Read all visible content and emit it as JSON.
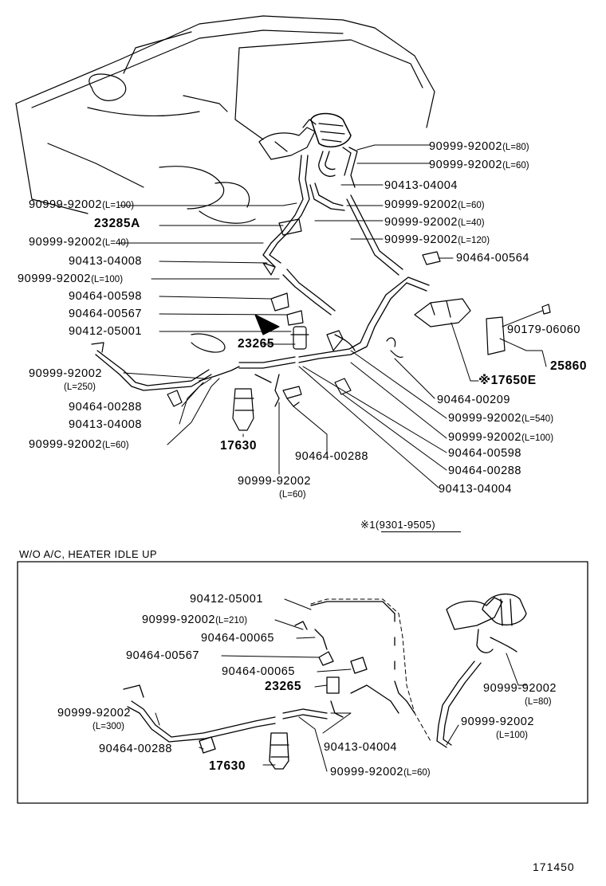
{
  "main_labels": [
    {
      "id": "l1",
      "part": "90999-92002",
      "len": "(L=80)"
    },
    {
      "id": "l2",
      "part": "90999-92002",
      "len": "(L=60)"
    },
    {
      "id": "l3",
      "part": "90413-04004",
      "len": ""
    },
    {
      "id": "l4",
      "part": "90999-92002",
      "len": "(L=100)"
    },
    {
      "id": "l5",
      "part": "90999-92002",
      "len": "(L=60)"
    },
    {
      "id": "l6",
      "part": "23285A",
      "len": ""
    },
    {
      "id": "l7",
      "part": "90999-92002",
      "len": "(L=40)"
    },
    {
      "id": "l8",
      "part": "90999-92002",
      "len": "(L=40)"
    },
    {
      "id": "l9",
      "part": "90999-92002",
      "len": "(L=120)"
    },
    {
      "id": "l10",
      "part": "90413-04008",
      "len": ""
    },
    {
      "id": "l11",
      "part": "90464-00564",
      "len": ""
    },
    {
      "id": "l12",
      "part": "90999-92002",
      "len": "(L=100)"
    },
    {
      "id": "l13",
      "part": "90464-00598",
      "len": ""
    },
    {
      "id": "l14",
      "part": "90464-00567",
      "len": ""
    },
    {
      "id": "l15",
      "part": "90179-06060",
      "len": ""
    },
    {
      "id": "l16",
      "part": "90412-05001",
      "len": ""
    },
    {
      "id": "l17",
      "part": "23265",
      "len": ""
    },
    {
      "id": "l18",
      "part": "25860",
      "len": ""
    },
    {
      "id": "l19",
      "part": "※17650E",
      "len": ""
    },
    {
      "id": "l20",
      "part": "90999-92002",
      "len": "(L=250)"
    },
    {
      "id": "l21",
      "part": "90464-00209",
      "len": ""
    },
    {
      "id": "l22",
      "part": "90464-00288",
      "len": ""
    },
    {
      "id": "l23",
      "part": "90999-92002",
      "len": "(L=540)"
    },
    {
      "id": "l24",
      "part": "90413-04008",
      "len": ""
    },
    {
      "id": "l25",
      "part": "90999-92002",
      "len": "(L=100)"
    },
    {
      "id": "l26",
      "part": "90999-92002",
      "len": "(L=60)"
    },
    {
      "id": "l27",
      "part": "17630",
      "len": ""
    },
    {
      "id": "l28",
      "part": "90464-00598",
      "len": ""
    },
    {
      "id": "l29",
      "part": "90464-00288",
      "len": ""
    },
    {
      "id": "l30",
      "part": "90464-00288",
      "len": ""
    },
    {
      "id": "l31",
      "part": "90999-92002",
      "len": "(L=60)"
    },
    {
      "id": "l32",
      "part": "90413-04004",
      "len": ""
    }
  ],
  "footnote": "※1(9301-9505)",
  "section_caption": "W/O A/C, HEATER IDLE UP",
  "inset_labels": [
    {
      "id": "i1",
      "part": "90412-05001",
      "len": ""
    },
    {
      "id": "i2",
      "part": "90999-92002",
      "len": "(L=210)"
    },
    {
      "id": "i3",
      "part": "90464-00065",
      "len": ""
    },
    {
      "id": "i4",
      "part": "90464-00567",
      "len": ""
    },
    {
      "id": "i5",
      "part": "90464-00065",
      "len": ""
    },
    {
      "id": "i6",
      "part": "23265",
      "len": ""
    },
    {
      "id": "i7",
      "part": "90999-92002",
      "len": "(L=80)"
    },
    {
      "id": "i8",
      "part": "90999-92002",
      "len": "(L=300)"
    },
    {
      "id": "i9",
      "part": "90999-92002",
      "len": "(L=100)"
    },
    {
      "id": "i10",
      "part": "90413-04004",
      "len": ""
    },
    {
      "id": "i11",
      "part": "90464-00288",
      "len": ""
    },
    {
      "id": "i12",
      "part": "17630",
      "len": ""
    },
    {
      "id": "i13",
      "part": "90999-92002",
      "len": "(L=60)"
    }
  ],
  "doc_number": "171450"
}
